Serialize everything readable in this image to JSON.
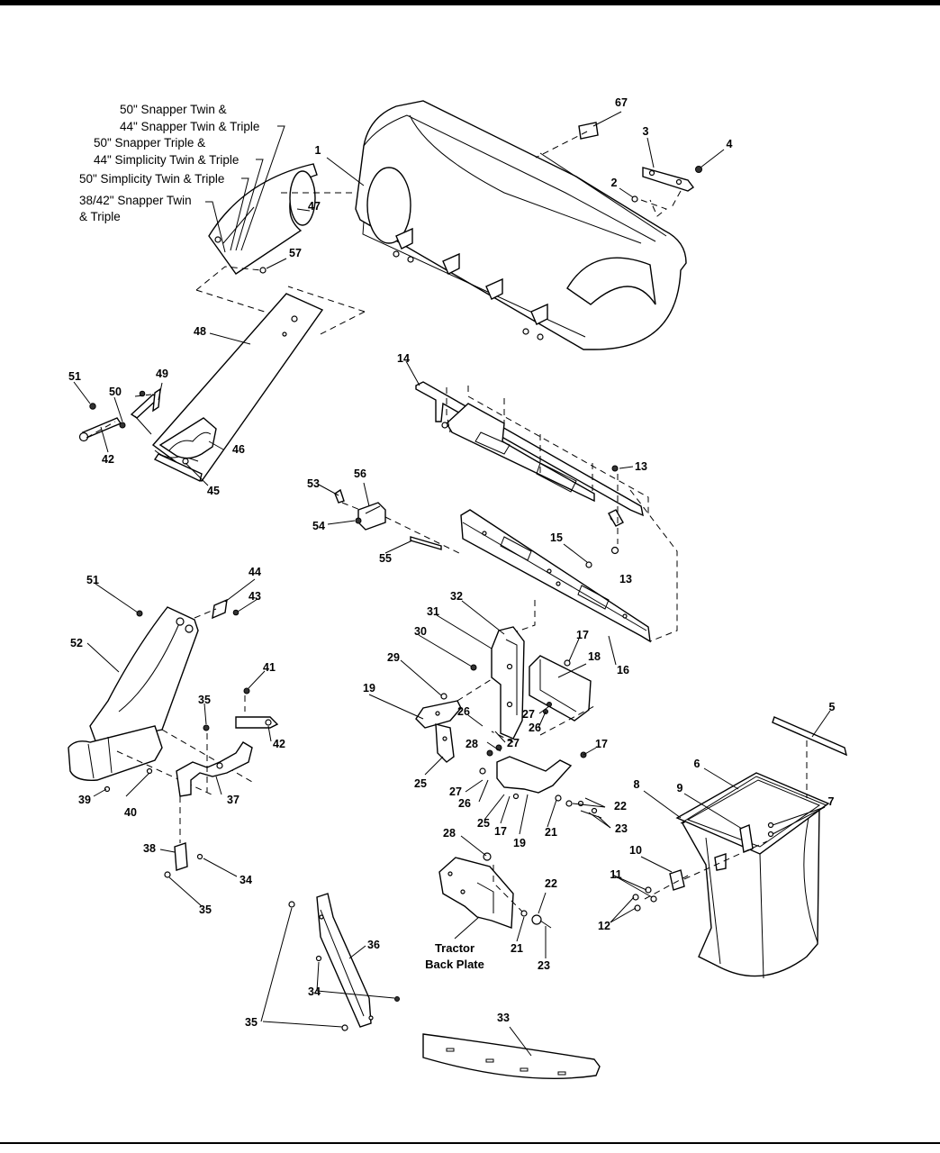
{
  "fitment_notes": {
    "line1": "50\" Snapper Twin &",
    "line2": "44\" Snapper Twin & Triple",
    "line3": "50\" Snapper Triple &",
    "line4": "44\" Simplicity Twin & Triple",
    "line5": "50\" Simplicity Twin & Triple",
    "line6": "38/42\" Snapper Twin",
    "line7": "& Triple"
  },
  "tractor_back_plate": {
    "line1": "Tractor",
    "line2": "Back Plate"
  },
  "callouts": [
    "67",
    "1",
    "3",
    "4",
    "2",
    "47",
    "57",
    "48",
    "51",
    "50",
    "49",
    "42",
    "46",
    "45",
    "14",
    "13",
    "53",
    "56",
    "54",
    "55",
    "15",
    "13",
    "16",
    "44",
    "43",
    "51",
    "52",
    "41",
    "42",
    "35",
    "37",
    "40",
    "39",
    "32",
    "31",
    "30",
    "17",
    "18",
    "29",
    "19",
    "26",
    "27",
    "27",
    "26",
    "28",
    "25",
    "17",
    "27",
    "26",
    "25",
    "17",
    "19",
    "21",
    "22",
    "23",
    "28",
    "22",
    "21",
    "23",
    "38",
    "34",
    "35",
    "5",
    "6",
    "8",
    "9",
    "7",
    "10",
    "11",
    "12",
    "36",
    "34",
    "35",
    "33"
  ]
}
